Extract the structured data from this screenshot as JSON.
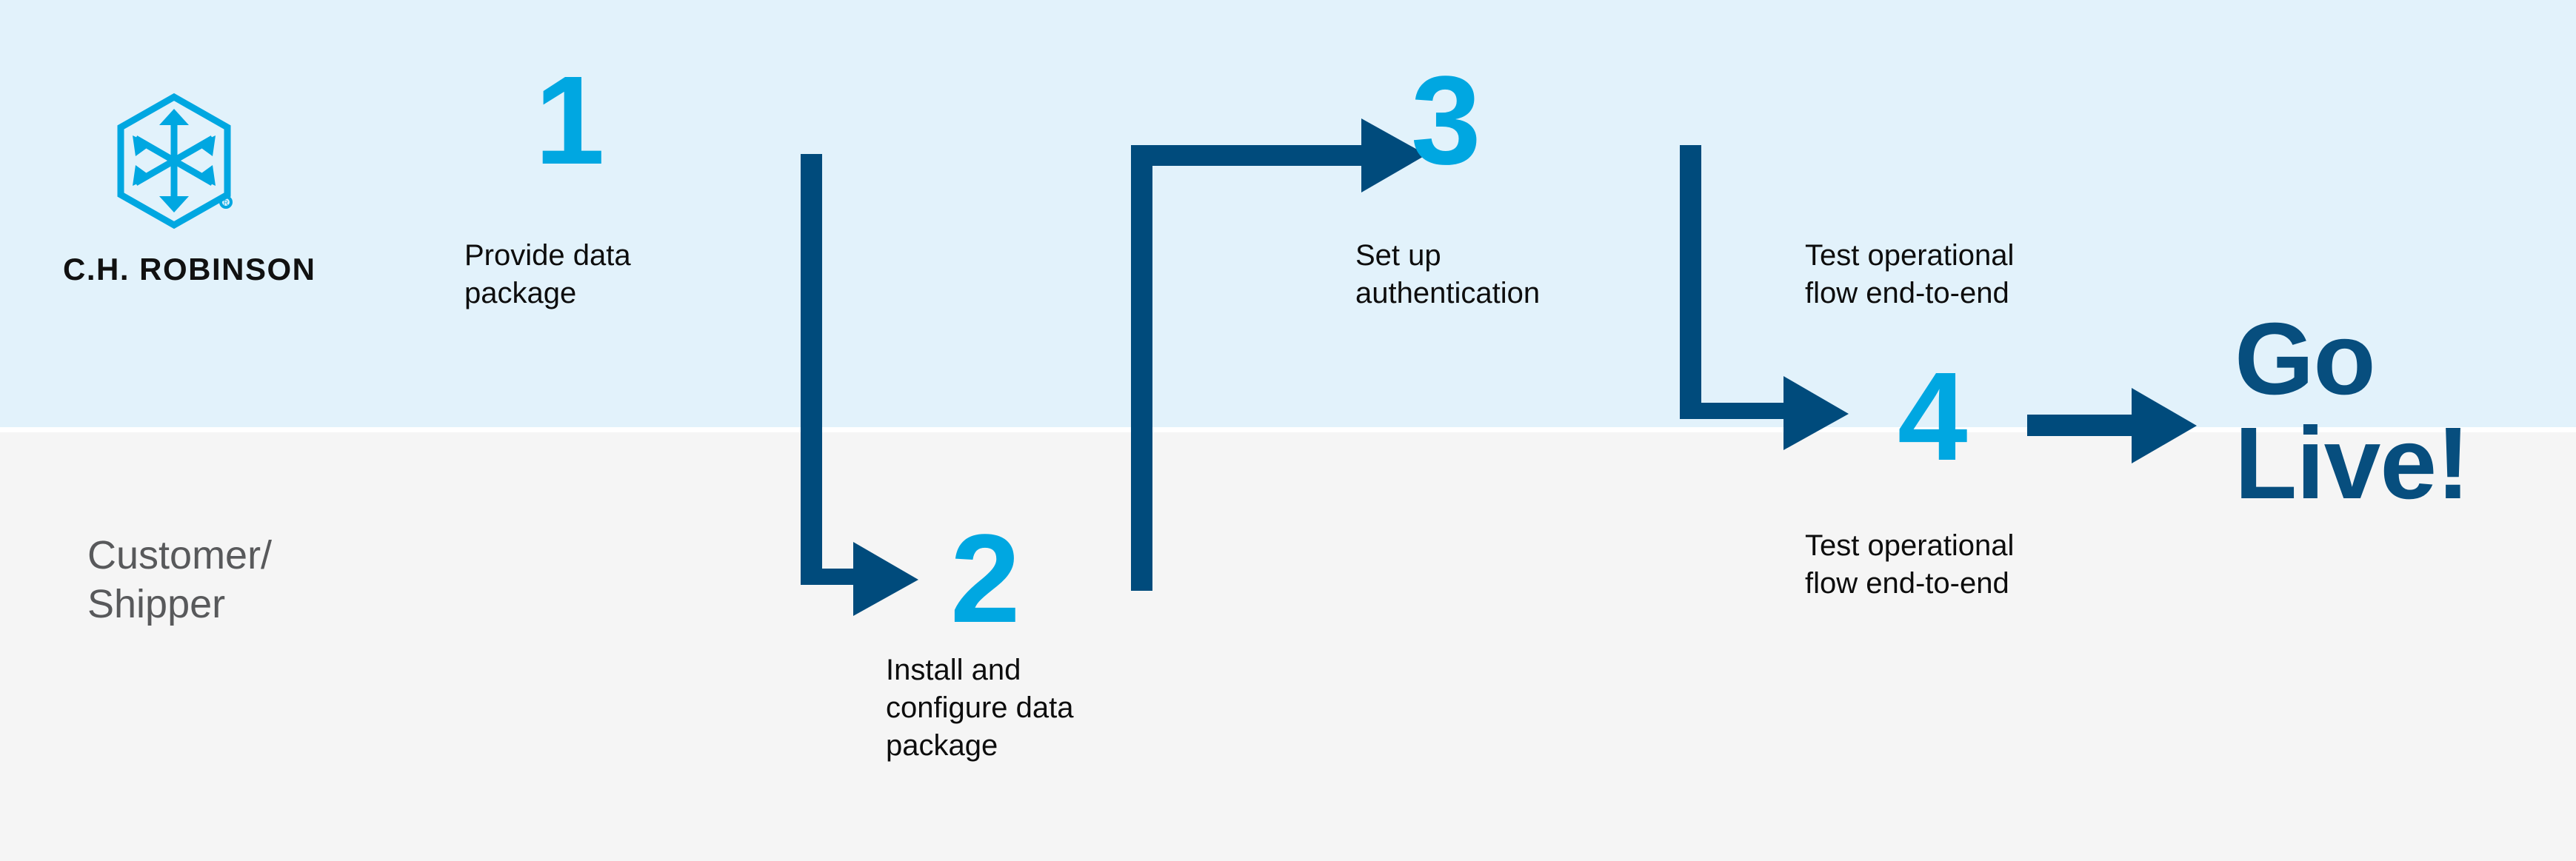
{
  "brand": {
    "name": "C.H. ROBINSON",
    "logo_icon": "hexagon-cube-arrows-icon",
    "registered_mark": "®",
    "logo_color": "#00a7e1"
  },
  "colors": {
    "accent_cyan": "#00a7e1",
    "accent_navy": "#004b7c",
    "band_top": "#e2f2fb",
    "band_bottom": "#f5f5f5",
    "caption_text": "#0d0d0d",
    "actor_text": "#58595b",
    "go_live_text": "#074e7e"
  },
  "actor": {
    "label_line1": "Customer/",
    "label_line2": "Shipper"
  },
  "steps": [
    {
      "number": "1",
      "caption_line1": "Provide data",
      "caption_line2": "package",
      "caption_line3": ""
    },
    {
      "number": "2",
      "caption_line1": "Install and",
      "caption_line2": "configure data",
      "caption_line3": "package"
    },
    {
      "number": "3",
      "caption_line1": "Set up",
      "caption_line2": "authentication",
      "caption_line3": ""
    },
    {
      "number": "4",
      "caption_line1": "Test operational",
      "caption_line2": "flow end-to-end",
      "caption_line3": ""
    }
  ],
  "extra_caption": {
    "line1": "Test operational",
    "line2": "flow end-to-end"
  },
  "outcome": {
    "line1": "Go",
    "line2": "Live!"
  },
  "connectors": [
    {
      "name": "step1-to-step2",
      "kind": "elbow-down-right-arrow"
    },
    {
      "name": "step2-to-step3",
      "kind": "elbow-up-right-arrow"
    },
    {
      "name": "step3-to-step4",
      "kind": "elbow-down-right-arrow"
    },
    {
      "name": "step4-to-golive",
      "kind": "straight-right-arrow"
    }
  ]
}
